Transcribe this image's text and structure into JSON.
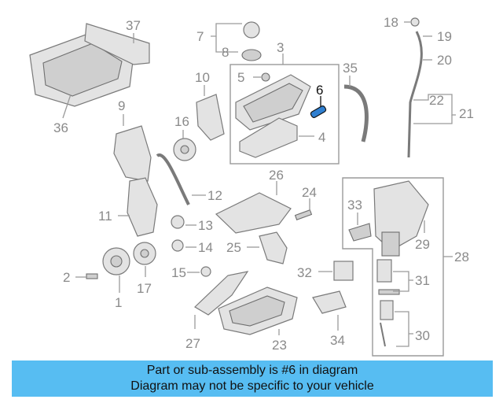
{
  "callouts": {
    "c1": "1",
    "c2": "2",
    "c3": "3",
    "c4": "4",
    "c5": "5",
    "c6": "6",
    "c7": "7",
    "c8": "8",
    "c9": "9",
    "c10": "10",
    "c11": "11",
    "c12": "12",
    "c13": "13",
    "c14": "14",
    "c15": "15",
    "c16": "16",
    "c17": "17",
    "c18": "18",
    "c19": "19",
    "c20": "20",
    "c21": "21",
    "c22": "22",
    "c23": "23",
    "c24": "24",
    "c25": "25",
    "c26": "26",
    "c27": "27",
    "c28": "28",
    "c29": "29",
    "c30": "30",
    "c31": "31",
    "c32": "32",
    "c33": "33",
    "c34": "34",
    "c35": "35",
    "c36": "36",
    "c37": "37"
  },
  "footer": {
    "line1": "Part or sub-assembly is #6 in diagram",
    "line2": "Diagram may not be specific to your vehicle"
  },
  "colors": {
    "banner": "#57bdf2",
    "highlight_part": "#2f7fd0",
    "callout": "#8a8a8a"
  }
}
